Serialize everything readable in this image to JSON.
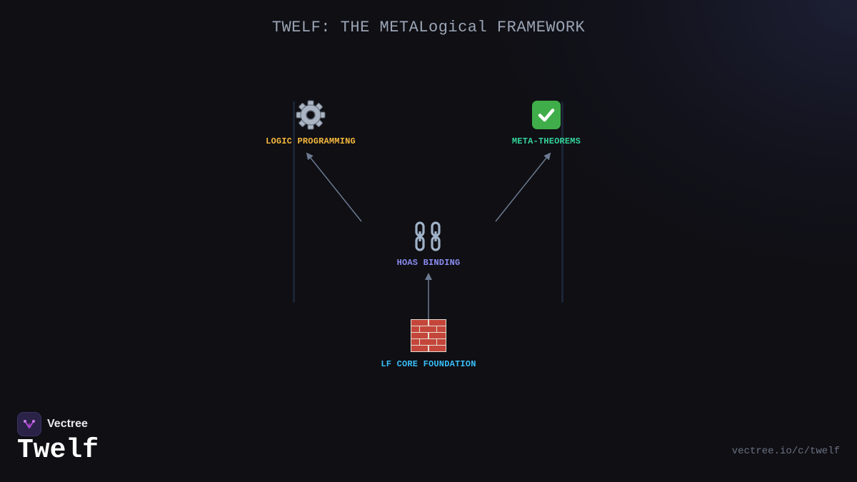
{
  "title": "TWELF: THE METALogical FRAMEWORK",
  "diagram": {
    "nodes": [
      {
        "id": "logic",
        "label": "LOGIC PROGRAMMING",
        "icon": "gear-icon",
        "color": "#f5b83d"
      },
      {
        "id": "meta",
        "label": "META-THEOREMS",
        "icon": "check-mark-icon",
        "color": "#34d399"
      },
      {
        "id": "hoas",
        "label": "HOAS BINDING",
        "icon": "chain-link-icon",
        "color": "#8b8cf0"
      },
      {
        "id": "lf",
        "label": "LF CORE FOUNDATION",
        "icon": "brick-wall-icon",
        "color": "#38bdf8"
      }
    ],
    "edges": [
      {
        "from": "lf",
        "to": "hoas"
      },
      {
        "from": "hoas",
        "to": "logic"
      },
      {
        "from": "hoas",
        "to": "meta"
      }
    ],
    "edge_color": "#6b7a90"
  },
  "brand": {
    "name": "Vectree",
    "logo_icon": "vectree-logo-icon",
    "accent": "#b04ad6"
  },
  "page_title": "Twelf",
  "url": "vectree.io/c/twelf"
}
